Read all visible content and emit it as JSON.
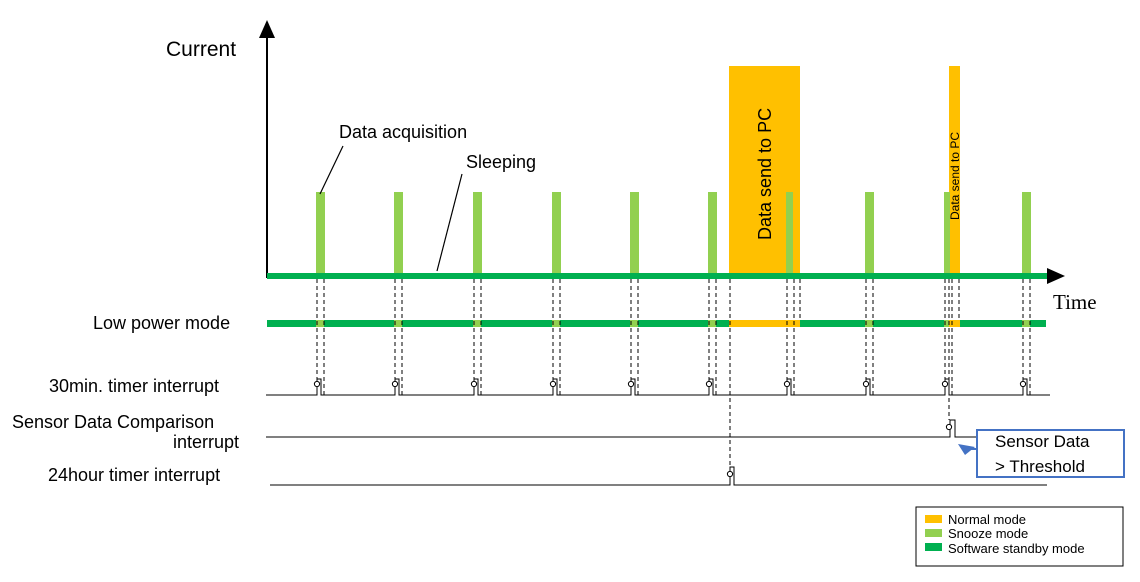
{
  "axis": {
    "y_label": "Current",
    "x_label": "Time"
  },
  "annotations": {
    "acquisition": "Data acquisition",
    "sleeping": "Sleeping"
  },
  "bursts": [
    {
      "label": "Data send to PC",
      "kind": "daily"
    },
    {
      "label": "Data send to PC",
      "kind": "threshold"
    }
  ],
  "rows": {
    "low_power": "Low power mode",
    "timer30": "30min. timer interrupt",
    "comparison_line1": "Sensor Data Comparison",
    "comparison_line2": "interrupt",
    "timer24": "24hour timer interrupt"
  },
  "callout": {
    "line1": "Sensor Data",
    "line2": "> Threshold"
  },
  "legend": [
    {
      "label": "Normal mode",
      "color": "#FFC000"
    },
    {
      "label": "Snooze mode",
      "color": "#92D050"
    },
    {
      "label": "Software standby mode",
      "color": "#00B050"
    }
  ],
  "colors": {
    "normal": "#FFC000",
    "snooze": "#92D050",
    "standby": "#00B050",
    "callout_border": "#4472C4"
  }
}
